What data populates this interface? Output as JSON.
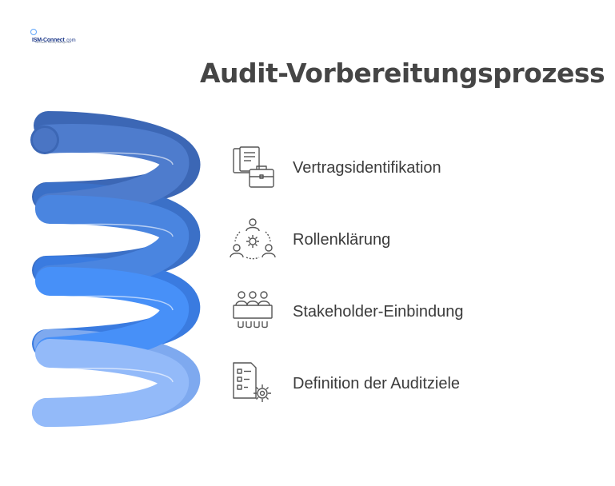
{
  "logo": {
    "name": "ISM-Connect",
    "domain": ".com",
    "tagline": "Information Security Management"
  },
  "title": "Audit-Vorbereitungsprozess",
  "steps": [
    {
      "label": "Vertragsidentifikation",
      "icon": "contract-briefcase-icon"
    },
    {
      "label": "Rollenklärung",
      "icon": "people-gear-icon"
    },
    {
      "label": "Stakeholder-Einbindung",
      "icon": "meeting-table-icon"
    },
    {
      "label": "Definition der Auditziele",
      "icon": "checklist-gear-icon"
    }
  ],
  "colors": {
    "title": "#454545",
    "text": "#3b3b3b",
    "coil_1": "#4e7ccd",
    "coil_2": "#4a85e0",
    "coil_3": "#4790f8",
    "coil_4": "#93baf9",
    "icon_stroke": "#555555"
  }
}
